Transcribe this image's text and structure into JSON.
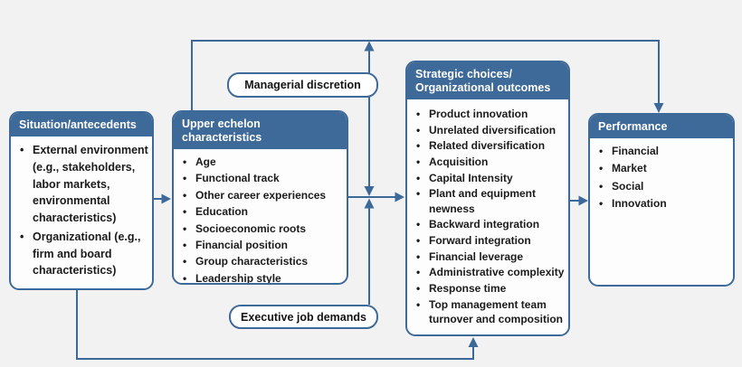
{
  "palette": {
    "accent_blue": "#3e6a99",
    "line_blue": "#3c689a",
    "canvas_bg": "#f2f2f3",
    "box_bg": "#fdfdfe",
    "text_dark": "#1b1b1b"
  },
  "boxes": {
    "situation": {
      "title": "Situation/antecedents",
      "items": [
        "External environment (e.g., stakeholders, labor markets, environmental characteristics)",
        "Organizational (e.g., firm and board characteristics)"
      ]
    },
    "upper_echelon": {
      "title": "Upper echelon characteristics",
      "items": [
        "Age",
        "Functional track",
        "Other career experiences",
        "Education",
        "Socioeconomic roots",
        "Financial position",
        "Group characteristics",
        "Leadership style"
      ]
    },
    "strategic": {
      "title": "Strategic choices/\nOrganizational outcomes",
      "items": [
        "Product innovation",
        "Unrelated diversification",
        "Related diversification",
        "Acquisition",
        "Capital Intensity",
        "Plant and equipment newness",
        "Backward integration",
        "Forward integration",
        "Financial leverage",
        "Administrative complexity",
        "Response time",
        "Top management team turnover and composition"
      ]
    },
    "performance": {
      "title": "Performance",
      "items": [
        "Financial",
        "Market",
        "Social",
        "Innovation"
      ]
    }
  },
  "moderators": {
    "managerial_discretion": "Managerial discretion",
    "executive_job_demands": "Executive job demands"
  }
}
